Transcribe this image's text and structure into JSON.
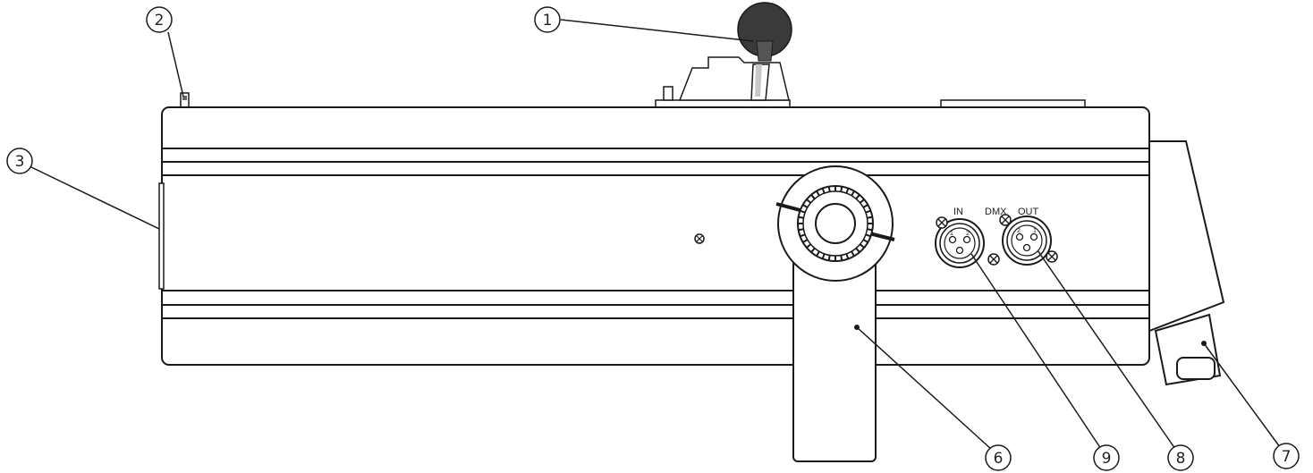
{
  "connector_labels": {
    "in": "IN",
    "dmx": "DMX",
    "out": "OUT"
  },
  "callouts": [
    {
      "id": "1",
      "label": "1"
    },
    {
      "id": "2",
      "label": "2"
    },
    {
      "id": "3",
      "label": "3"
    },
    {
      "id": "6",
      "label": "6"
    },
    {
      "id": "7",
      "label": "7"
    },
    {
      "id": "8",
      "label": "8"
    },
    {
      "id": "9",
      "label": "9"
    }
  ],
  "colors": {
    "outline": "#1a1a1a",
    "knob": "#3a3a3a",
    "background": "#ffffff"
  }
}
